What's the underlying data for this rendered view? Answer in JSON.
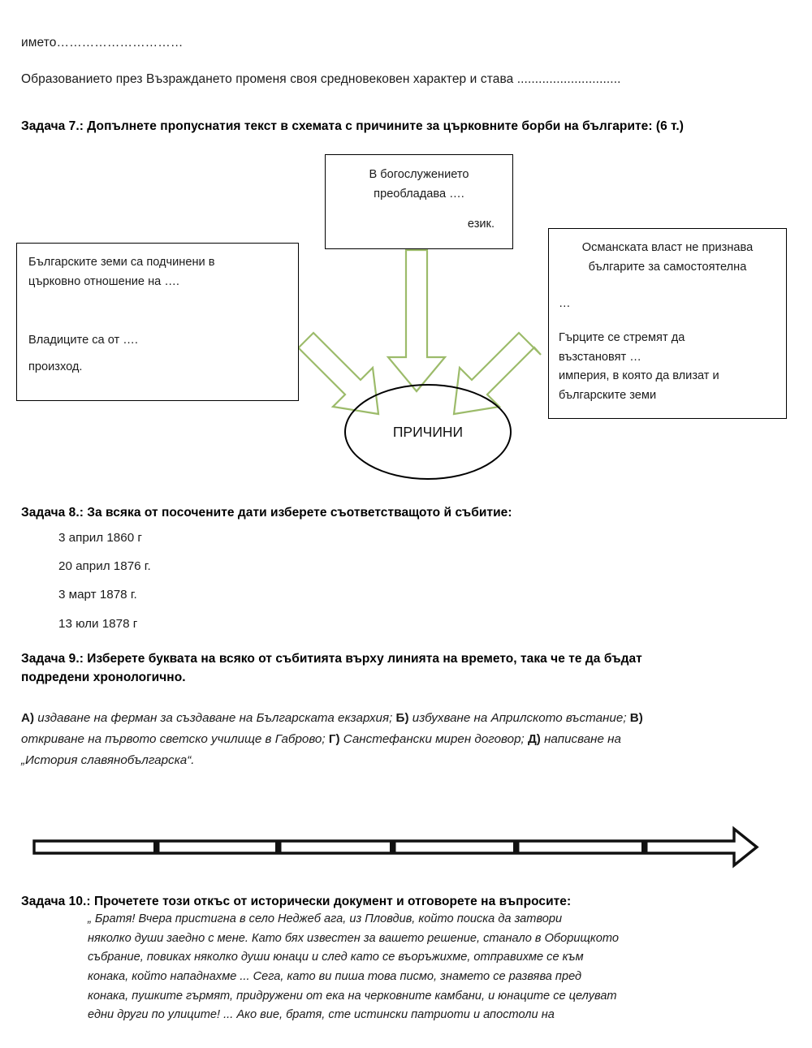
{
  "header": {
    "name_line": "името…………………………",
    "intro_sentence": "Образованието през Възраждането променя своя средновековен характер и става ............................."
  },
  "task7": {
    "heading": "Задача 7.: Допълнете пропуснатия текст в схемата с причините за църковните борби на българите: (6 т.)",
    "diagram": {
      "center_label": "ПРИЧИНИ",
      "arrow_color": "#9cbb6a",
      "box_top": {
        "line1": "В богослужението",
        "line2": "преобладава ….",
        "line3": "език."
      },
      "box_left": {
        "line1": "Българските земи са подчинени в",
        "line2": "църковно отношение на ….",
        "line3": "Владиците са от ….",
        "line4": "произход."
      },
      "box_right": {
        "line1": "Османската власт не признава",
        "line2": "българите за самостоятелна",
        "line3": "…",
        "line4": "Гърците се стремят да",
        "line5": "възстановят …",
        "line6": "империя, в която да влизат и",
        "line7": "българските земи"
      }
    }
  },
  "task8": {
    "heading": "Задача 8.:  За всяка от посочените дати изберете съответстващото й събитие:",
    "dates": [
      "3 април 1860 г",
      "20 април 1876 г.",
      "3 март 1878 г.",
      "13 юли 1878 г"
    ]
  },
  "task9": {
    "heading_line1": "Задача 9.:  Изберете буквата на всяко от събитията върху линията на времето, така че те да бъдат",
    "heading_line2": "подредени хронологично.",
    "options_line1_a": "А)",
    "options_line1_a_text": " издаване на ферман за създаване на Българската екзархия; ",
    "options_line1_b": "Б)",
    "options_line1_b_text": " избухване на Априлското въстание; ",
    "options_line1_c": "В)",
    "options_line2_c_text": "откриване на първото светско училище в Габрово; ",
    "options_line2_g": "Г)",
    "options_line2_g_text": " Санстефански мирен договор; ",
    "options_line2_d": "Д)",
    "options_line2_d_text": " написване на",
    "options_line3": "„История славянобългарска“.",
    "timeline": {
      "tick_count": 5,
      "tick_positions": [
        192,
        342,
        483,
        635,
        793
      ]
    }
  },
  "task10": {
    "heading": "Задача 10.:  Прочетете този откъс от исторически документ и отговорете на въпросите:",
    "quote_lines": [
      "„ Братя! Вчера пристигна в село Неджеб ага, из Пловдив, който поиска да затвори",
      "няколко души заедно с мене. Като бях известен за вашето решение, станало в Оборищкото",
      "събрание, повиках няколко души юнаци и след като се въоръжихме, отправихме се към",
      "конака, който нападнахме ... Сега, като ви пиша това писмо, знамето се развява пред",
      "конака, пушките гърмят, придружени от ека на черковните камбани, и юнаците се целуват",
      "едни други по улиците! ... Ако вие, братя, сте истински патриоти и апостоли на"
    ]
  }
}
